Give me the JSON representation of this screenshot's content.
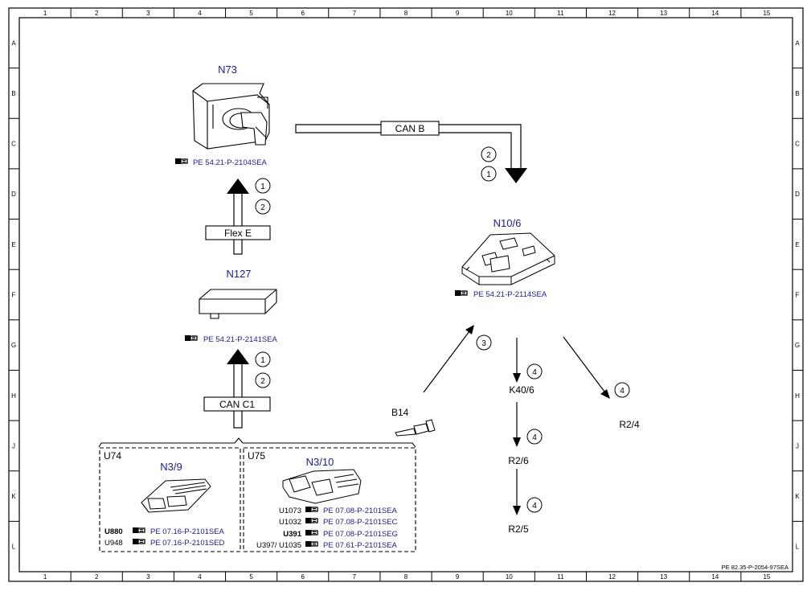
{
  "grid": {
    "cols": [
      "1",
      "2",
      "3",
      "4",
      "5",
      "6",
      "7",
      "8",
      "9",
      "10",
      "11",
      "12",
      "13",
      "14",
      "15"
    ],
    "rows": [
      "A",
      "B",
      "C",
      "D",
      "E",
      "F",
      "G",
      "H",
      "J",
      "K",
      "L"
    ]
  },
  "components": {
    "n73": {
      "label": "N73",
      "ref": "PE 54.21-P-2104SEA"
    },
    "n127": {
      "label": "N127",
      "ref": "PE 54.21-P-2141SEA"
    },
    "n10_6": {
      "label": "N10/6",
      "ref": "PE 54.21-P-2114SEA"
    },
    "b14": {
      "label": "B14"
    },
    "k40_6": {
      "label": "K40/6"
    },
    "r2_4": {
      "label": "R2/4"
    },
    "r2_6": {
      "label": "R2/6"
    },
    "r2_5": {
      "label": "R2/5"
    }
  },
  "buses": {
    "can_b": "CAN B",
    "flex_e": "Flex E",
    "can_c1": "CAN C1"
  },
  "signals": {
    "one": "1",
    "two": "2",
    "three": "3",
    "four": "4"
  },
  "u74": {
    "title": "U74",
    "module": "N3/9",
    "rows": [
      {
        "code": "U880",
        "ref": "PE 07.16-P-2101SEA"
      },
      {
        "code": "U948",
        "ref": "PE 07.16-P-2101SED"
      }
    ]
  },
  "u75": {
    "title": "U75",
    "module": "N3/10",
    "rows": [
      {
        "code": "U1073",
        "ref": "PE 07.08-P-2101SEA"
      },
      {
        "code": "U1032",
        "ref": "PE 07.08-P-2101SEC"
      },
      {
        "code": "U391",
        "ref": "PE 07.08-P-2101SEG"
      },
      {
        "code": "U397/ U1035",
        "ref": "PE 07.61-P-2101SEA"
      }
    ]
  },
  "footer_ref": "PE 82.35-P-2054-97SEA"
}
